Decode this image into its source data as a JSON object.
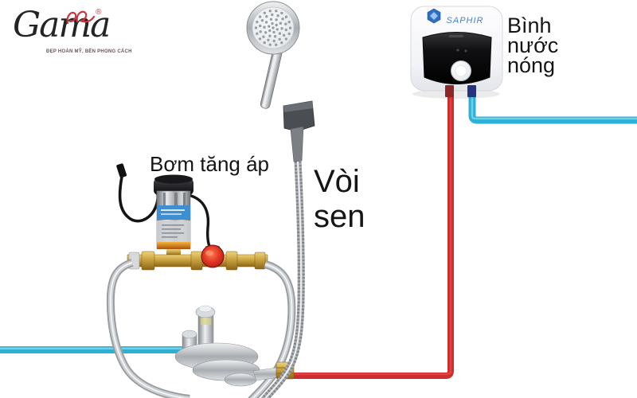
{
  "logo": {
    "brand": "Gama",
    "registered": "®",
    "tagline": "ĐẸP HOÀN MỸ, BỀN PHONG CÁCH",
    "accent": "#c9363d"
  },
  "labels": {
    "pump": "Bơm tăng áp",
    "shower": [
      "Vòi",
      "sen"
    ],
    "heater": [
      "Bình",
      "nước",
      "nóng"
    ]
  },
  "heater": {
    "brand": "SAPHIR"
  },
  "colors": {
    "hot_pipe": "#ce2d2d",
    "hot_pipe_highlight": "#e04343",
    "cold_pipe": "#2bb1d7",
    "cold_pipe_highlight": "#6fd0e8",
    "label_text": "#151515"
  }
}
